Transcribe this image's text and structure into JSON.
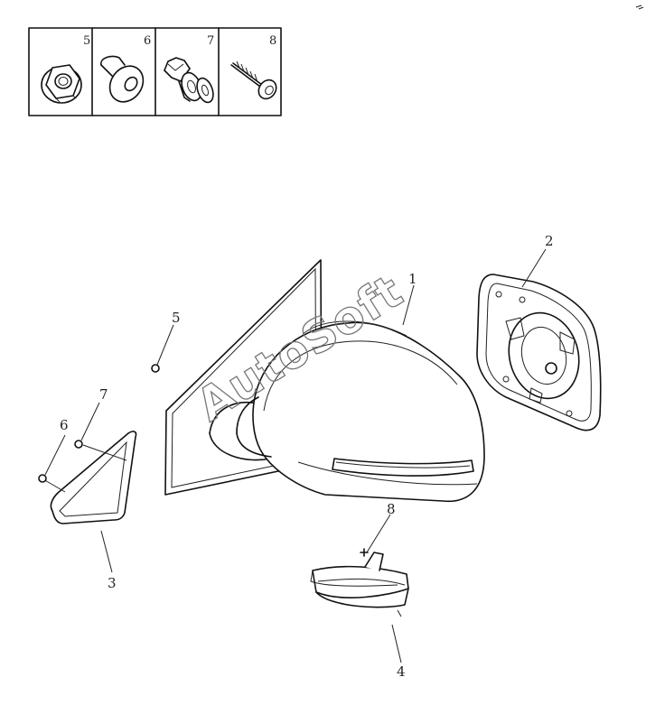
{
  "fastener_table": {
    "cells": [
      {
        "number": "5",
        "part": "flange-nut"
      },
      {
        "number": "6",
        "part": "rivet-grommet"
      },
      {
        "number": "7",
        "part": "push-clip"
      },
      {
        "number": "8",
        "part": "screw"
      }
    ]
  },
  "callouts": {
    "housing": "1",
    "glass": "2",
    "cover": "3",
    "turn_signal": "4",
    "nut": "5",
    "grommet": "6",
    "clip": "7",
    "screw": "8"
  },
  "watermark": "AutoSoft"
}
